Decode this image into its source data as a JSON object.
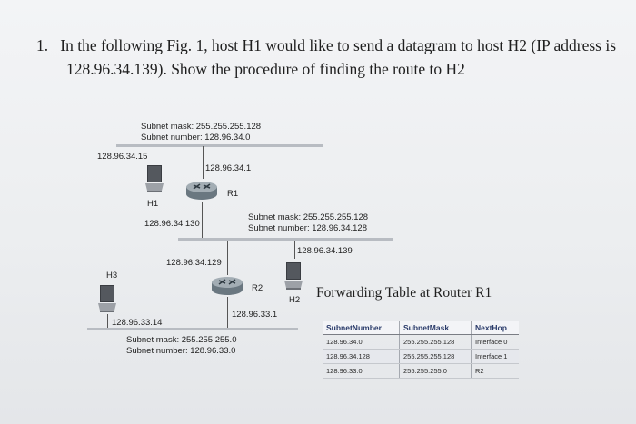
{
  "question": {
    "number": "1.",
    "line1": "In the following Fig. 1, host H1 would like to send a datagram to host H2 (IP address is",
    "line2": "128.96.34.139). Show the procedure of finding the route to H2"
  },
  "diagram": {
    "subnet_a": {
      "mask": "Subnet mask: 255.255.255.128",
      "number": "Subnet number: 128.96.34.0"
    },
    "subnet_b": {
      "mask": "Subnet mask: 255.255.255.128",
      "number": "Subnet number: 128.96.34.128"
    },
    "subnet_c": {
      "mask": "Subnet mask: 255.255.255.0",
      "number": "Subnet number: 128.96.33.0"
    },
    "h1_ip": "128.96.34.15",
    "r1_ip_a": "128.96.34.1",
    "r1_ip_b": "128.96.34.130",
    "h2_ip": "128.96.34.139",
    "r2_ip_b": "128.96.34.129",
    "r2_ip_c": "128.96.33.1",
    "h3_ip": "128.96.33.14",
    "labels": {
      "h1": "H1",
      "h2": "H2",
      "h3": "H3",
      "r1": "R1",
      "r2": "R2"
    }
  },
  "forwarding_table": {
    "title": "Forwarding Table at Router R1",
    "headers": [
      "SubnetNumber",
      "SubnetMask",
      "NextHop"
    ],
    "rows": [
      [
        "128.96.34.0",
        "255.255.255.128",
        "Interface 0"
      ],
      [
        "128.96.34.128",
        "255.255.255.128",
        "Interface 1"
      ],
      [
        "128.96.33.0",
        "255.255.255.0",
        "R2"
      ]
    ]
  },
  "colors": {
    "paper": "#eceef0",
    "table_header_text": "#2a3b6a",
    "network_bar": "#b8bcc2"
  }
}
